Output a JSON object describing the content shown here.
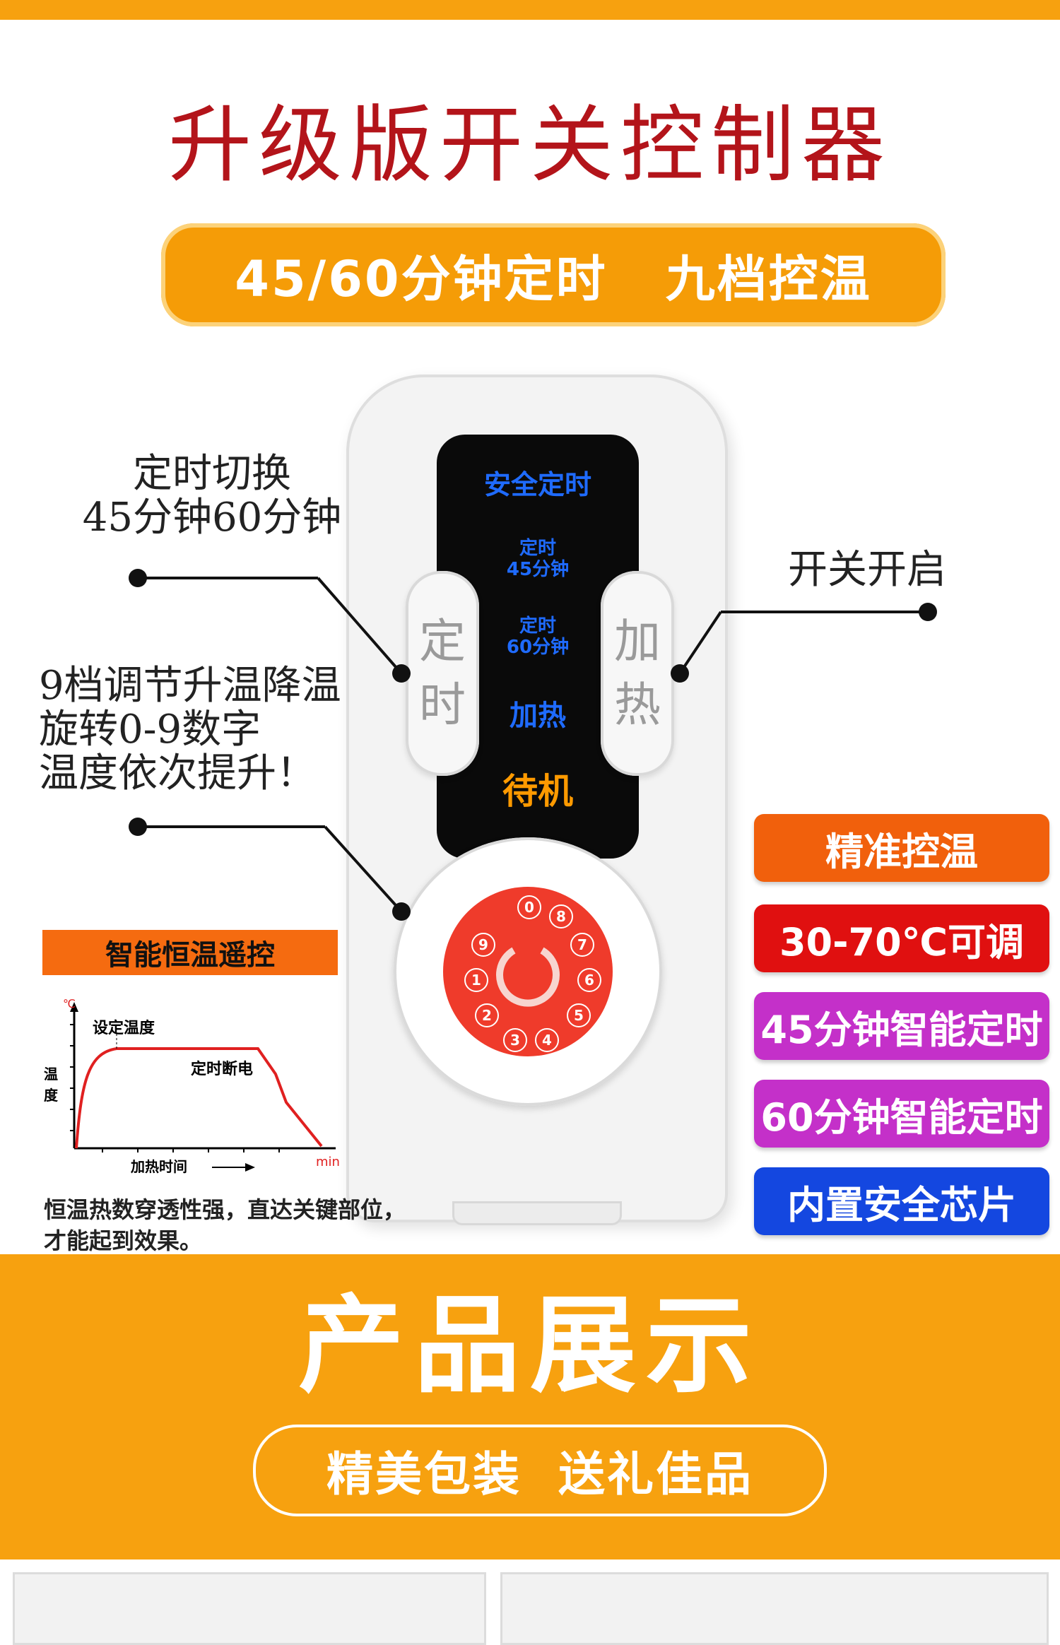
{
  "header": {
    "title": "升级版开关控制器",
    "subtitle": "45/60分钟定时   九档控温"
  },
  "remote": {
    "display": {
      "line1": "安全定时",
      "line2a": "定时",
      "line2b": "45分钟",
      "line3a": "定时",
      "line3b": "60分钟",
      "line4": "加热",
      "line5": "待机"
    },
    "left_button": [
      "定",
      "时"
    ],
    "right_button": [
      "加",
      "热"
    ],
    "dial_numbers": [
      "0",
      "1",
      "2",
      "3",
      "4",
      "5",
      "6",
      "7",
      "8",
      "9"
    ]
  },
  "callouts": {
    "timer_switch": [
      "定时切换",
      "45分钟60分钟"
    ],
    "power_on": "开关开启",
    "dial": [
      "9档调节升温降温",
      "旋转0-9数字",
      "温度依次提升！"
    ]
  },
  "features": [
    {
      "label": "精准控温",
      "color": "#f1600c"
    },
    {
      "label": "30-70℃可调",
      "color": "#e01010"
    },
    {
      "label": "45分钟智能定时",
      "color": "#c430c9"
    },
    {
      "label": "60分钟智能定时",
      "color": "#c430c9"
    },
    {
      "label": "内置安全芯片",
      "color": "#1447e0"
    }
  ],
  "chart": {
    "title": "智能恒温遥控",
    "y_unit": "℃",
    "y_label": "温度",
    "set_temp_label": "设定温度",
    "cutoff_label": "定时断电",
    "x_label": "加热时间",
    "x_unit": "min",
    "note": "恒温热数穿透性强，直达关键部位，才能起到效果。"
  },
  "band": {
    "title": "产品展示",
    "tagline": "精美包装  送礼佳品"
  },
  "colors": {
    "orange": "#f7a10f",
    "title_red": "#b3141a"
  }
}
